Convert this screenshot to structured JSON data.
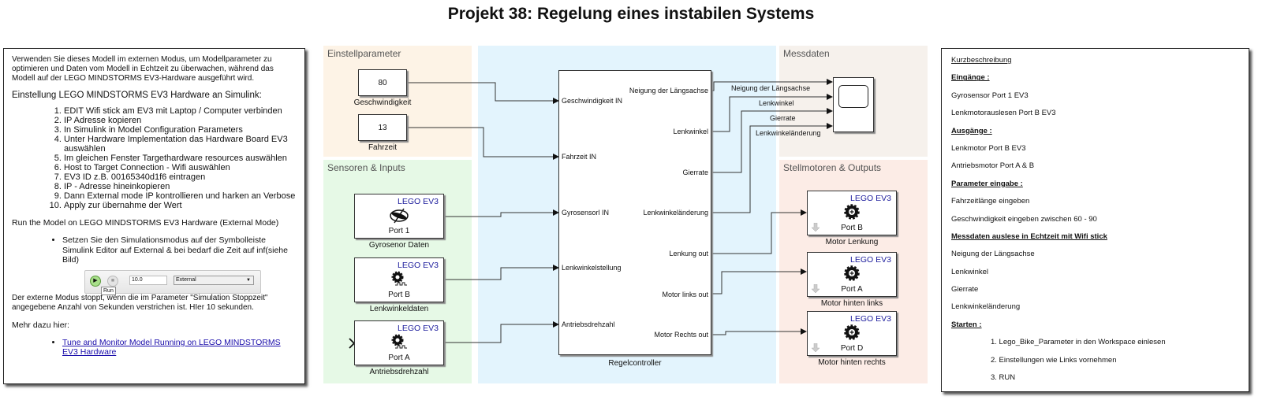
{
  "title": "Projekt 38: Regelung eines instabilen Systems",
  "left_panel": {
    "intro": "Verwenden Sie dieses Modell im externen Modus, um Modellparameter zu optimieren und Daten vom Modell in Echtzeit zu überwachen, während das Modell auf der LEGO MINDSTORMS EV3-Hardware ausgeführt wird.",
    "setup_heading": "Einstellung LEGO MINDSTORMS EV3 Hardware an Simulink:",
    "setup_steps": [
      "EDIT Wifi stick am EV3 mit Laptop / Computer verbinden",
      "IP Adresse kopieren",
      "In Simulink in Model Configuration Parameters",
      "Unter Hardware Implementation das Hardware Board EV3 auswählen",
      "Im gleichen Fenster Targethardware resources auswählen",
      "Host to Target Connection - Wifi auswählen",
      "EV3 ID z.B. 00165340d1f6 eintragen",
      "IP - Adresse hineinkopieren",
      "Dann External mode IP kontrollieren und harken an Verbose",
      "Apply zur übernahme der Wert"
    ],
    "run_heading": "Run the Model on LEGO MINDSTORMS EV3 Hardware (External Mode)",
    "run_bullet": "Setzen Sie den Simulationsmodus auf der Symbolleiste Simulink Editor auf External & bei bedarf die Zeit auf inf(siehe Bild)",
    "toolbar": {
      "run_tooltip": "Run",
      "stop_time": "10.0",
      "sim_mode": "External"
    },
    "note": "Der externe Modus stoppt, wenn die im Parameter \"Simulation Stoppzeit\" angegebene Anzahl von Sekunden verstrichen ist. HIer 10 sekunden.",
    "more_heading": "Mehr dazu hier:",
    "link_text": "Tune and Monitor Model Running on LEGO MINDSTORMS EV3 Hardware"
  },
  "areas": {
    "einstell": "Einstellparameter",
    "sensoren": "Sensoren & Inputs",
    "messdaten": "Messdaten",
    "stellmotoren": "Stellmotoren & Outputs"
  },
  "colors": {
    "einstell_bg": "#fdf3e6",
    "sensoren_bg": "#e6f9e6",
    "controller_bg": "#e3f4fd",
    "messdaten_bg": "#f6f1ec",
    "stellmotoren_bg": "#fcece6",
    "ev3_label": "#1c1c9c",
    "link": "#1a0dab"
  },
  "constants": [
    {
      "value": "80",
      "label": "Geschwindigkeit"
    },
    {
      "value": "13",
      "label": "Fahrzeit"
    }
  ],
  "sensors": [
    {
      "brand": "LEGO EV3",
      "port": "Port 1",
      "label": "Gyrosenor Daten",
      "icon": "gyro-sensor-icon"
    },
    {
      "brand": "LEGO EV3",
      "port": "Port B",
      "label": "Lenkwinkeldaten",
      "icon": "encoder-icon"
    },
    {
      "brand": "LEGO EV3",
      "port": "Port A",
      "label": "Antriebsdrehzahl",
      "icon": "encoder-icon"
    }
  ],
  "controller": {
    "label": "Regelcontroller",
    "inputs": [
      "Geschwindigkeit IN",
      "Fahrzeit IN",
      "Gyrosensorl IN",
      "Lenkwinkelstellung",
      "Antriebsdrehzahl"
    ],
    "outputs": [
      "Neigung der Längsachse",
      "Lenkwinkel",
      "Gierrate",
      "Lenkwinkeländerung",
      "Lenkung out",
      "Motor links out",
      "Motor Rechts out"
    ]
  },
  "signals": [
    "Neigung der Längsachse",
    "Lenkwinkel",
    "Gierrate",
    "Lenkwinkeländerung"
  ],
  "motors": [
    {
      "brand": "LEGO EV3",
      "port": "Port B",
      "label": "Motor Lenkung"
    },
    {
      "brand": "LEGO EV3",
      "port": "Port A",
      "label": "Motor hinten links"
    },
    {
      "brand": "LEGO EV3",
      "port": "Port D",
      "label": "Motor hinten rechts"
    }
  ],
  "right_panel": {
    "rows": [
      {
        "text": "Kurzbeschreibung",
        "style": "u"
      },
      {
        "text": "Eingänge :",
        "style": "u b"
      },
      {
        "text": "Gyrosensor Port 1 EV3",
        "style": ""
      },
      {
        "text": "Lenkmotorauslesen Port B EV3",
        "style": ""
      },
      {
        "text": "Ausgänge :",
        "style": "u b"
      },
      {
        "text": "Lenkmotor Port B EV3",
        "style": ""
      },
      {
        "text": "Antriebsmotor Port A & B",
        "style": ""
      },
      {
        "text": "Parameter eingabe :",
        "style": "u b"
      },
      {
        "text": "Fahrzeitlänge eingeben",
        "style": ""
      },
      {
        "text": "Geschwindigkeit eingeben zwischen 60 - 90",
        "style": ""
      },
      {
        "text": "Messdaten auslese in Echtzeit mit Wifi stick",
        "style": "u b"
      },
      {
        "text": "Neigung der Längsachse",
        "style": ""
      },
      {
        "text": "Lenkwinkel",
        "style": ""
      },
      {
        "text": "Gierrate",
        "style": ""
      },
      {
        "text": "Lenkwinkeländerung",
        "style": ""
      },
      {
        "text": "Starten :",
        "style": "u b"
      },
      {
        "text": "1. Lego_Bike_Parameter in den Workspace einlesen",
        "style": "step"
      },
      {
        "text": "2. Einstellungen wie Links vornehmen",
        "style": "step"
      },
      {
        "text": "3. RUN",
        "style": "step"
      }
    ]
  }
}
